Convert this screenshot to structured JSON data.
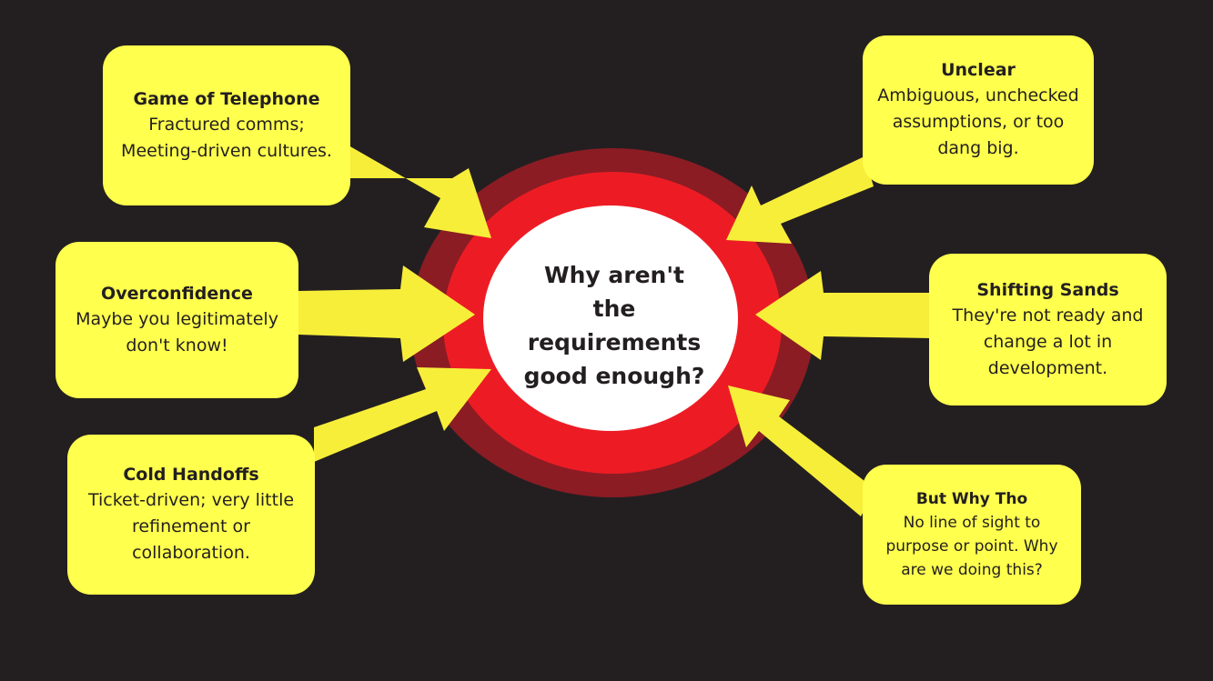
{
  "colors": {
    "background": "#231f20",
    "outer_ring": "#8b1c24",
    "inner_ring": "#ed1c24",
    "center": "#ffffff",
    "box": "#ffff4d",
    "arrow": "#f7ee3a",
    "text": "#231f20"
  },
  "center": {
    "question": "Why aren't the requirements good enough?"
  },
  "causes": [
    {
      "title": "Game of Telephone",
      "description": "Fractured comms; Meeting-driven cultures."
    },
    {
      "title": "Overconfidence",
      "description": "Maybe you legitimately don't know!"
    },
    {
      "title": "Cold Handoffs",
      "description": "Ticket-driven; very little refinement or collaboration."
    },
    {
      "title": "Unclear",
      "description": "Ambiguous, unchecked assumptions, or too dang big."
    },
    {
      "title": "Shifting Sands",
      "description": "They're not ready and change a lot in development."
    },
    {
      "title": "But Why Tho",
      "description": "No line of sight to purpose or point. Why are we doing this?"
    }
  ]
}
